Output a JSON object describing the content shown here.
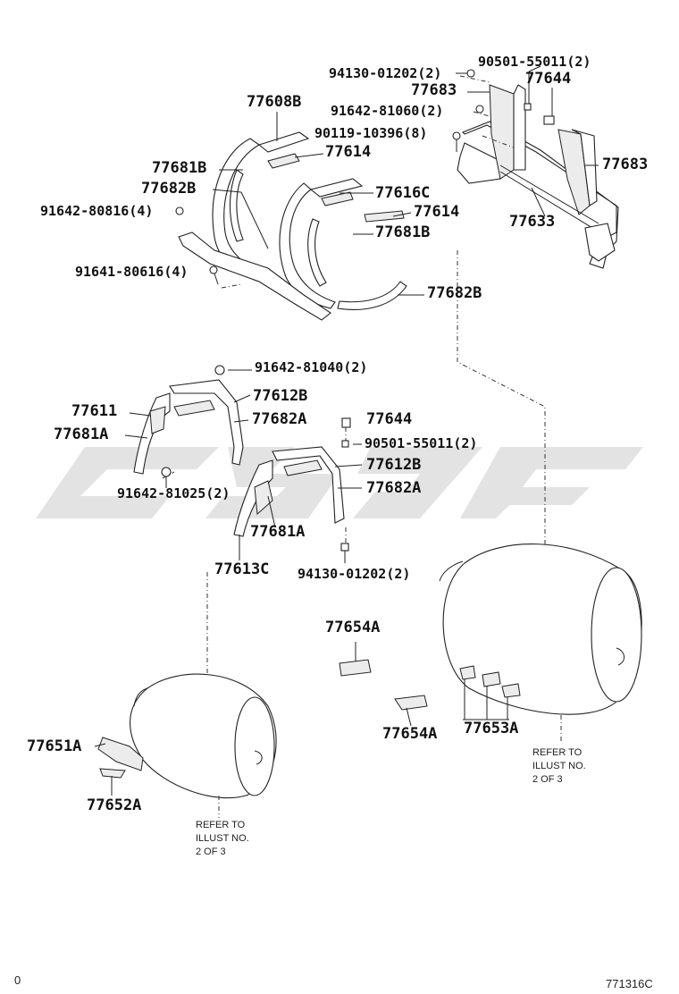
{
  "labels": {
    "p94130_top": "94130-01202(2)",
    "p90501_top": "90501-55011(2)",
    "p77683_a": "77683",
    "p77644_top": "77644",
    "p91642_81060": "91642-81060(2)",
    "p90119": "90119-10396(8)",
    "p77683_b": "77683",
    "p77633": "77633",
    "p77608B": "77608B",
    "p77614_a": "77614",
    "p77681B_a": "77681B",
    "p77682B_a": "77682B",
    "p77616C": "77616C",
    "p77614_b": "77614",
    "p91642_80816": "91642-80816(4)",
    "p77681B_b": "77681B",
    "p91641_80616": "91641-80616(4)",
    "p77682B_b": "77682B",
    "p91642_81040": "91642-81040(2)",
    "p77612B_a": "77612B",
    "p77611": "77611",
    "p77682A_a": "77682A",
    "p77681A_a": "77681A",
    "p77644_mid": "77644",
    "p90501_mid": "90501-55011(2)",
    "p77612B_b": "77612B",
    "p77682A_b": "77682A",
    "p91642_81025": "91642-81025(2)",
    "p77681A_b": "77681A",
    "p77613C": "77613C",
    "p94130_mid": "94130-01202(2)",
    "p77654A_a": "77654A",
    "p77654A_b": "77654A",
    "p77653A": "77653A",
    "p77651A": "77651A",
    "p77652A": "77652A"
  },
  "notes": {
    "refer_right": "REFER TO\nILLUST NO.\n2 OF 3",
    "refer_left": "REFER TO\nILLUST NO.\n2 OF 3"
  },
  "footer": {
    "left": "0",
    "right": "771316C"
  },
  "watermark_icon": "brand-logo-watermark"
}
